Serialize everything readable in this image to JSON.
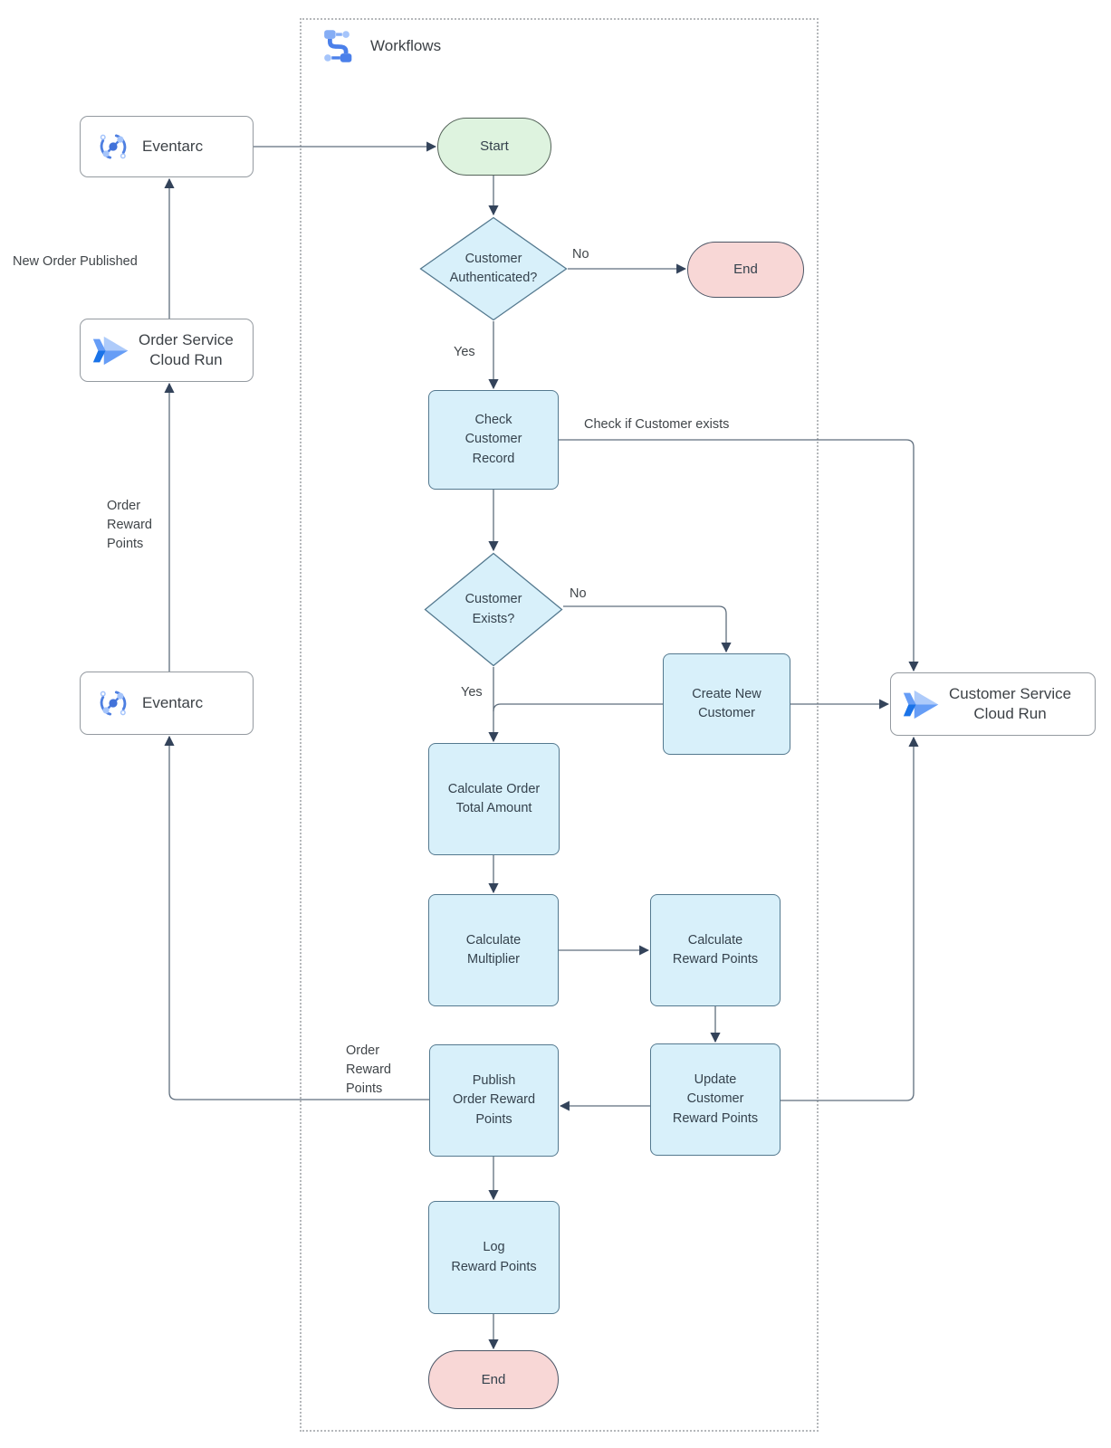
{
  "title": "Workflows",
  "nodes": {
    "eventarc_top": {
      "label": "Eventarc"
    },
    "order_service": {
      "label": "Order Service\nCloud Run"
    },
    "eventarc_bottom": {
      "label": "Eventarc"
    },
    "customer_service": {
      "label": "Customer Service\nCloud Run"
    },
    "start": {
      "label": "Start"
    },
    "auth": {
      "label": "Customer\nAuthenticated?"
    },
    "end_top": {
      "label": "End"
    },
    "check_record": {
      "label": "Check\nCustomer\nRecord"
    },
    "exists": {
      "label": "Customer\nExists?"
    },
    "create_customer": {
      "label": "Create New\nCustomer"
    },
    "calc_total": {
      "label": "Calculate Order\nTotal Amount"
    },
    "calc_mult": {
      "label": "Calculate\nMultiplier"
    },
    "calc_points": {
      "label": "Calculate\nReward Points"
    },
    "update_points": {
      "label": "Update\nCustomer\nReward Points"
    },
    "publish": {
      "label": "Publish\nOrder Reward\nPoints"
    },
    "log": {
      "label": "Log\nReward Points"
    },
    "end_bottom": {
      "label": "End"
    }
  },
  "edge_labels": {
    "auth_no": "No",
    "auth_yes": "Yes",
    "check_note": "Check if Customer exists",
    "exists_no": "No",
    "exists_yes": "Yes",
    "new_order": "New Order Published",
    "order_reward_left": "Order\nReward\nPoints",
    "order_reward_publish": "Order\nReward\nPoints"
  },
  "icons": {
    "workflows": "workflows-icon",
    "eventarc": "eventarc-icon",
    "cloud_run": "cloud-run-icon"
  },
  "colors": {
    "process_fill": "#d8f0fa",
    "process_stroke": "#54798f",
    "start_fill": "#def3df",
    "start_stroke": "#55645a",
    "end_fill": "#f8d7d6",
    "end_stroke": "#4c5666",
    "external_stroke": "#949aa0",
    "container_border": "#b5b8bb",
    "line_color": "#5f6e7d",
    "arrow_color": "#33435a",
    "node_text": "#35424d",
    "ext_text": "#3d4247",
    "label_text": "#404549",
    "title_text": "#3c4146",
    "brand_blue": "#4285f4",
    "brand_blue_mid": "#669df6",
    "brand_blue_light": "#aecbfa",
    "brand_blue_dark": "#1a73e8"
  }
}
